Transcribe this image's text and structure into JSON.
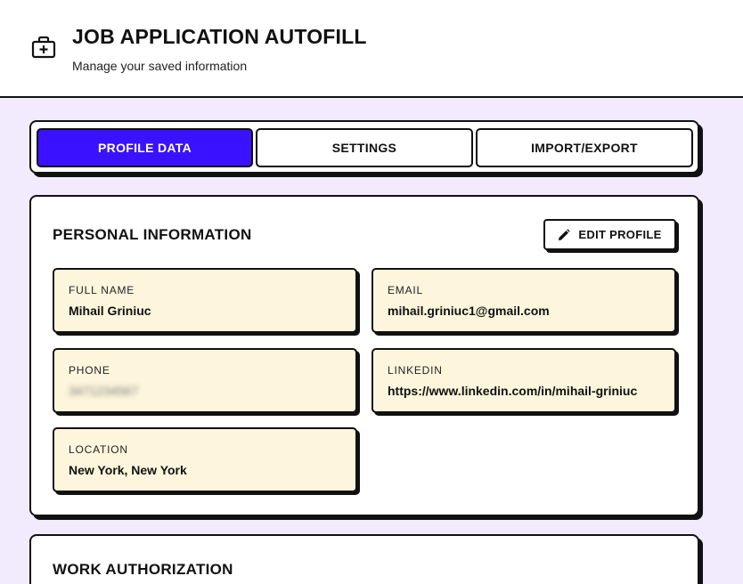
{
  "header": {
    "logo_icon": "medical-kit-icon",
    "title": "JOB APPLICATION AUTOFILL",
    "subtitle": "Manage your saved information"
  },
  "tabs": [
    {
      "label": "PROFILE DATA",
      "active": true
    },
    {
      "label": "SETTINGS",
      "active": false
    },
    {
      "label": "IMPORT/EXPORT",
      "active": false
    }
  ],
  "personal": {
    "title": "PERSONAL INFORMATION",
    "edit_label": "EDIT PROFILE",
    "edit_icon": "pencil-icon",
    "fields": {
      "full_name": {
        "label": "FULL NAME",
        "value": "Mihail Griniuc"
      },
      "email": {
        "label": "EMAIL",
        "value": "mihail.griniuc1@gmail.com"
      },
      "phone": {
        "label": "PHONE",
        "value": "3471234567"
      },
      "linkedin": {
        "label": "LINKEDIN",
        "value": "https://www.linkedin.com/in/mihail-griniuc"
      },
      "location": {
        "label": "LOCATION",
        "value": "New York, New York"
      }
    }
  },
  "work": {
    "title": "WORK AUTHORIZATION"
  },
  "colors": {
    "accent": "#3a12ff",
    "background": "#f1ebfd",
    "field_background": "#fdf6dd"
  }
}
